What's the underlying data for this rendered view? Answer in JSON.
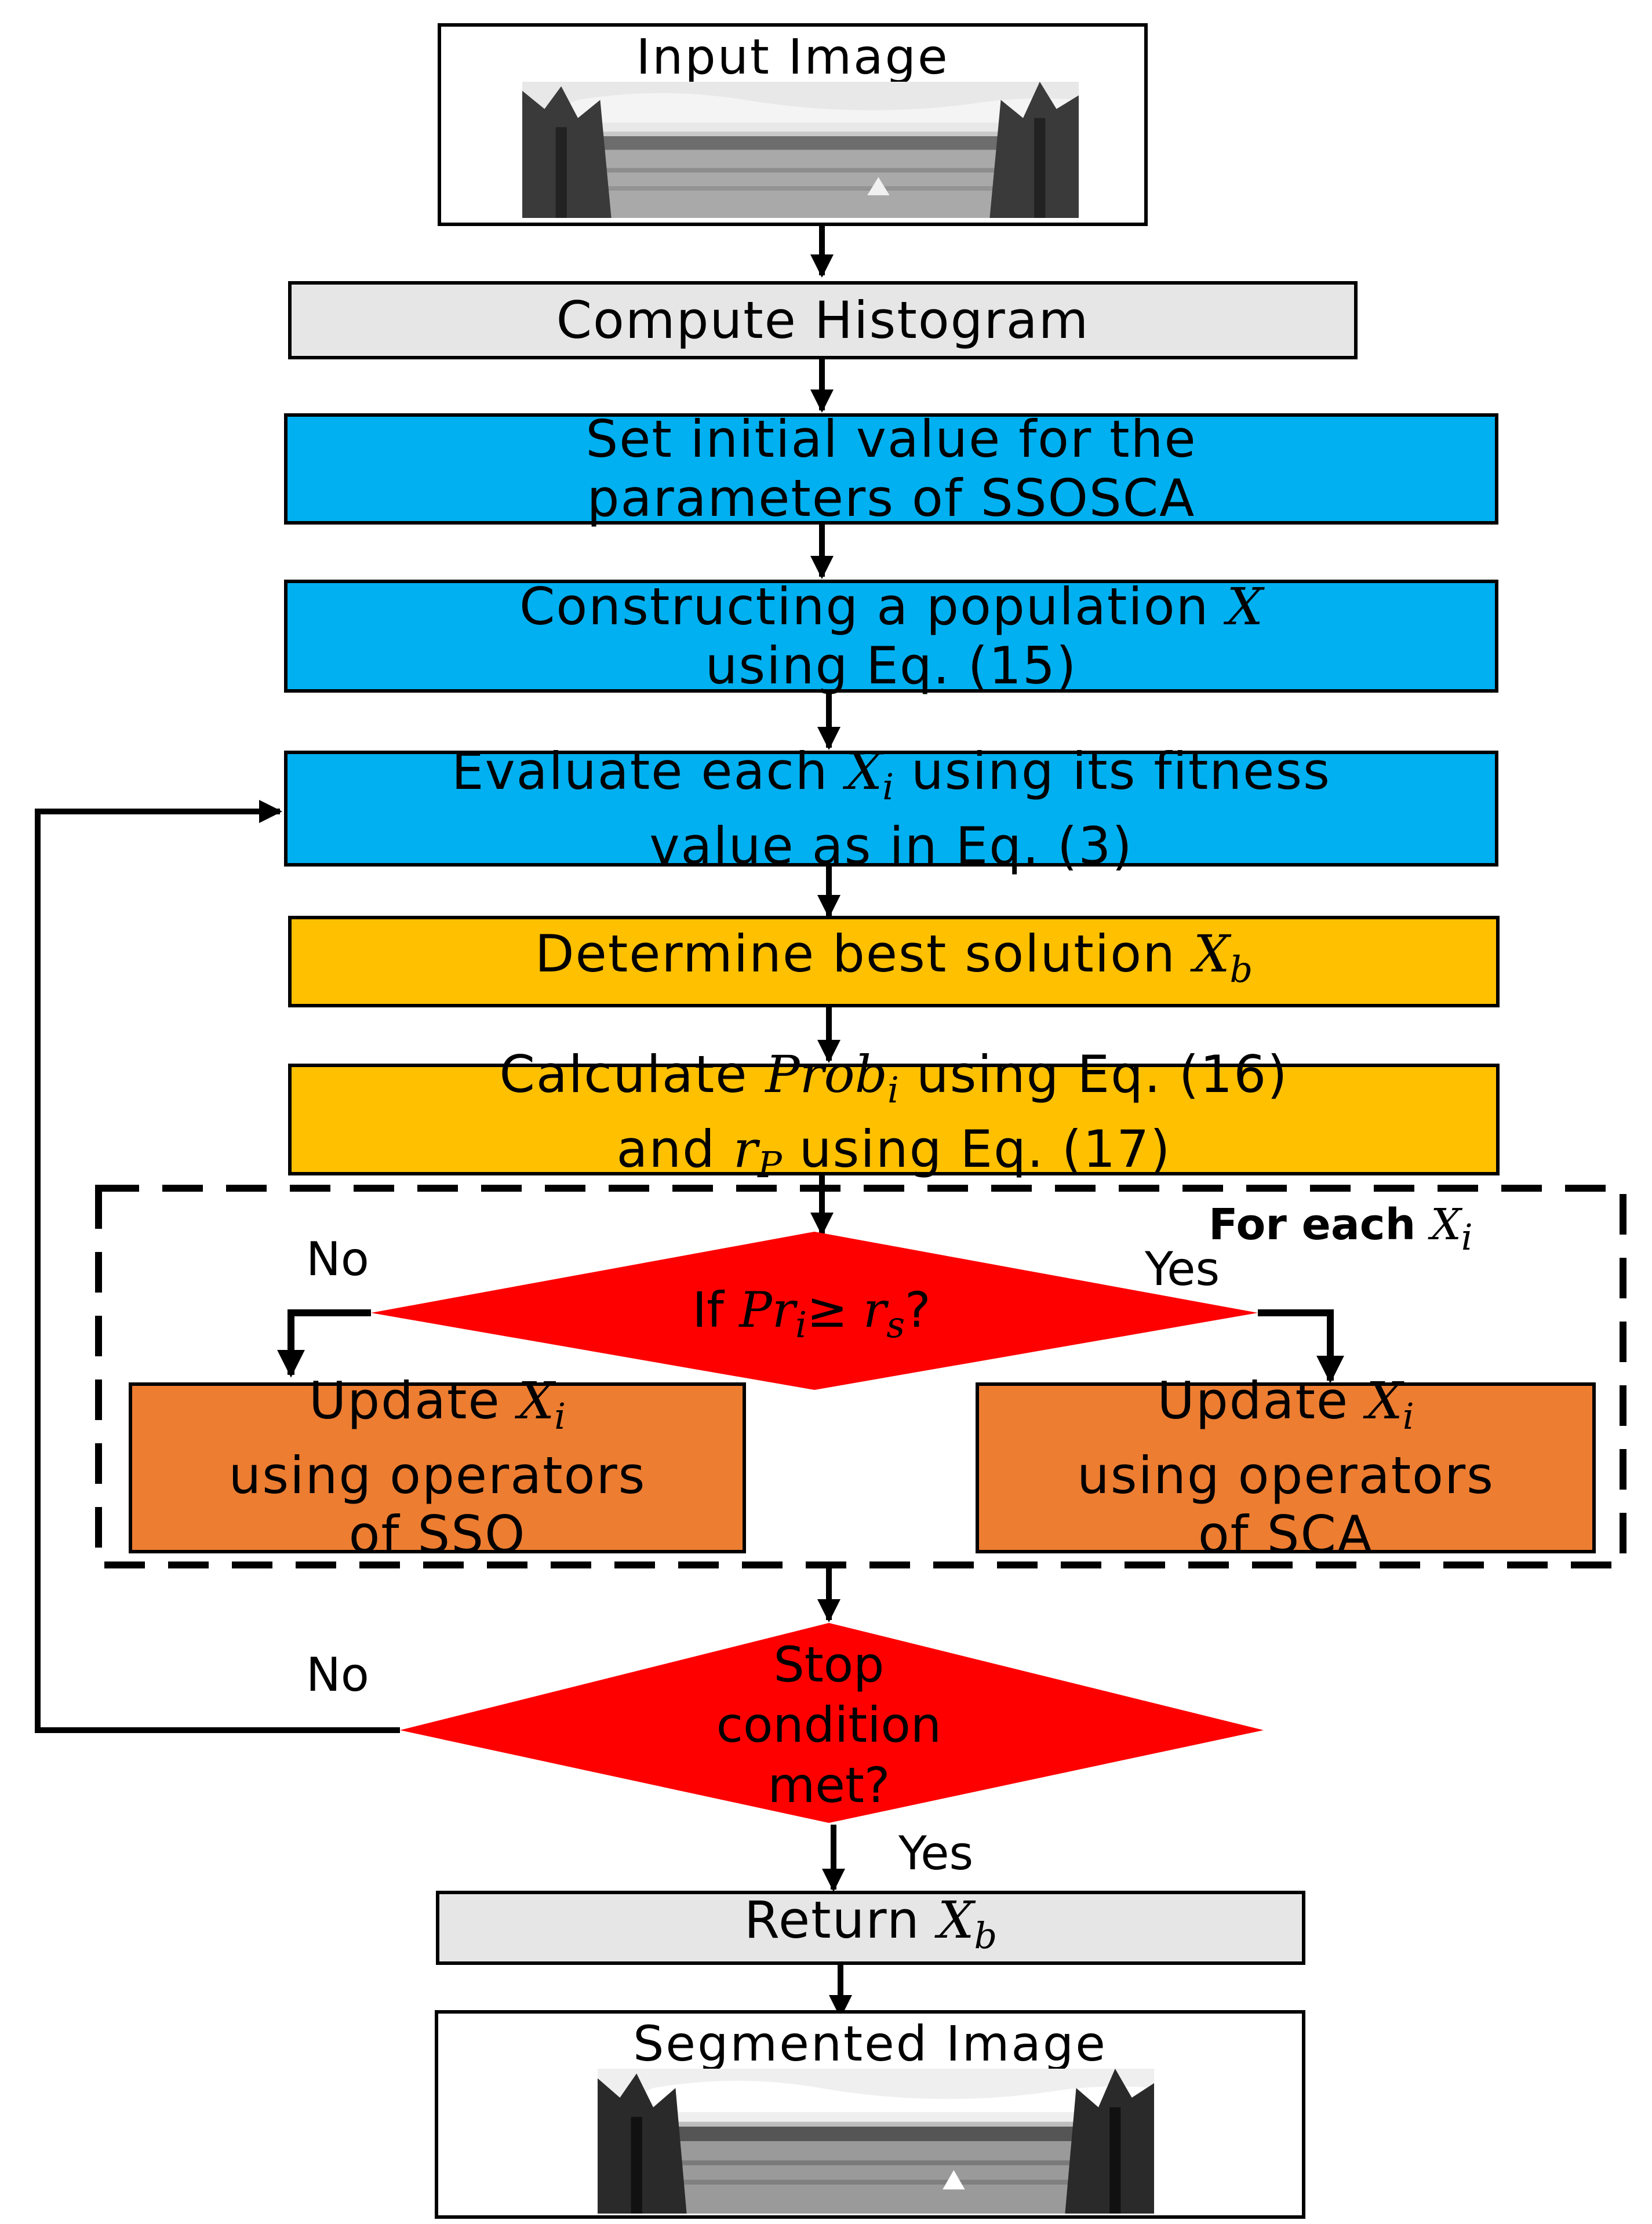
{
  "input_image": {
    "title": "Input Image"
  },
  "steps": {
    "compute_histogram": "Compute Histogram",
    "set_initial": {
      "line1": "Set initial value for  the",
      "line2": "parameters of SSOSCA"
    },
    "construct": {
      "line1_pre": "Constructing a population ",
      "line1_var": "X",
      "line2": "using Eq. (15)"
    },
    "evaluate": {
      "pre": "Evaluate each ",
      "var": "X",
      "sub": "i",
      "post": " using its fitness",
      "line2": "value as in Eq. (3)"
    },
    "determine": {
      "pre": "Determine best solution ",
      "var": "X",
      "sub": "b"
    },
    "calculate": {
      "pre": "Calculate ",
      "var": "Prob",
      "sub": "i",
      "post": " using Eq. (16)",
      "line2_pre": "and ",
      "line2_var": "r",
      "line2_sub": "P",
      "line2_post": " using Eq. (17)"
    },
    "return": {
      "pre": "Return ",
      "var": "X",
      "sub": "b"
    }
  },
  "loop": {
    "label_pre": "For each ",
    "label_var": "X",
    "label_sub": "i"
  },
  "decision1": {
    "pre": "If ",
    "var": "Pr",
    "sub": "i",
    "op": "≥ ",
    "var2": "r",
    "sub2": "s",
    "post": "?",
    "no_label": "No",
    "yes_label": "Yes"
  },
  "update_sso": {
    "pre": "Update ",
    "var": "X",
    "sub": "i",
    "line2": "using operators",
    "line3": "of SSO"
  },
  "update_sca": {
    "pre": "Update ",
    "var": "X",
    "sub": "i",
    "line2": "using operators",
    "line3": "of SCA"
  },
  "decision2": {
    "line1": "Stop",
    "line2": "condition",
    "line3": "met?",
    "no_label": "No",
    "yes_label": "Yes"
  },
  "output_image": {
    "title": "Segmented Image"
  },
  "colors": {
    "gray": "#e6e6e6",
    "blue": "#00b0f0",
    "gold": "#ffc000",
    "orange": "#ed7d31",
    "red": "#ff0000"
  }
}
